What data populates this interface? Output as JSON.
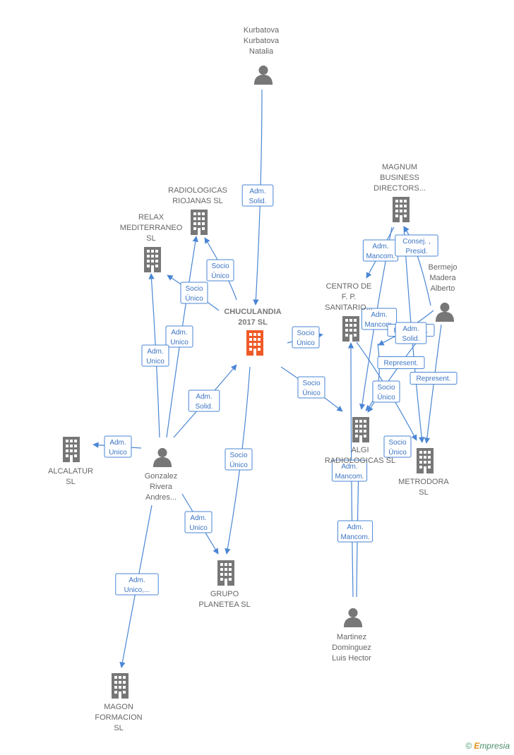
{
  "nodes": [
    {
      "id": "chuculandia",
      "type": "company",
      "main": true,
      "label": [
        "CHUCULANDIA",
        "2017  SL"
      ]
    },
    {
      "id": "kurbatova",
      "type": "person",
      "label": [
        "Kurbatova",
        "Kurbatova",
        "Natalia"
      ]
    },
    {
      "id": "radiologicas",
      "type": "company",
      "label": [
        "RADIOLOGICAS",
        "RIOJANAS SL"
      ]
    },
    {
      "id": "relax",
      "type": "company",
      "label": [
        "RELAX",
        "MEDITERRANEO",
        "SL"
      ]
    },
    {
      "id": "magnum",
      "type": "company",
      "label": [
        "MAGNUM",
        "BUSINESS",
        "DIRECTORS..."
      ]
    },
    {
      "id": "bermejo",
      "type": "person",
      "label": [
        "Bermejo",
        "Madera",
        "Alberto"
      ]
    },
    {
      "id": "centro",
      "type": "company",
      "label": [
        "CENTRO DE",
        "F.  P.",
        "SANITARIO..."
      ]
    },
    {
      "id": "algi",
      "type": "company",
      "label": [
        "ALGI",
        "RADIOLOGICAS SL"
      ]
    },
    {
      "id": "metrodora",
      "type": "company",
      "label": [
        "METRODORA",
        "SL"
      ]
    },
    {
      "id": "alcalatur",
      "type": "company",
      "label": [
        "ALCALATUR",
        "SL"
      ]
    },
    {
      "id": "gonzalez",
      "type": "person",
      "label": [
        "Gonzalez",
        "Rivera",
        "Andres..."
      ]
    },
    {
      "id": "grupo",
      "type": "company",
      "label": [
        "GRUPO",
        "PLANETEA  SL"
      ]
    },
    {
      "id": "martinez",
      "type": "person",
      "label": [
        "Martinez",
        "Dominguez",
        "Luis Hector"
      ]
    },
    {
      "id": "magon",
      "type": "company",
      "label": [
        "MAGON",
        "FORMACION",
        "SL"
      ]
    }
  ],
  "edges": [
    {
      "from": "kurbatova",
      "to": "chuculandia",
      "label": [
        "Adm.",
        "Solid."
      ]
    },
    {
      "from": "chuculandia",
      "to": "radiologicas",
      "label": [
        "Socio",
        "Único"
      ]
    },
    {
      "from": "chuculandia",
      "to": "relax",
      "label": [
        "Socio",
        "Único"
      ]
    },
    {
      "from": "chuculandia",
      "to": "centro",
      "label": [
        "Socio",
        "Único"
      ]
    },
    {
      "from": "chuculandia",
      "to": "algi",
      "label": [
        "Socio",
        "Único"
      ]
    },
    {
      "from": "chuculandia",
      "to": "grupo",
      "label": [
        "Socio",
        "Único"
      ]
    },
    {
      "from": "gonzalez",
      "to": "radiologicas",
      "label": [
        "Adm.",
        "Unico"
      ]
    },
    {
      "from": "gonzalez",
      "to": "relax",
      "label": [
        "Adm.",
        "Unico"
      ]
    },
    {
      "from": "gonzalez",
      "to": "chuculandia",
      "label": [
        "Adm.",
        "Solid."
      ]
    },
    {
      "from": "gonzalez",
      "to": "alcalatur",
      "label": [
        "Adm.",
        "Unico"
      ]
    },
    {
      "from": "gonzalez",
      "to": "grupo",
      "label": [
        "Adm.",
        "Unico"
      ]
    },
    {
      "from": "gonzalez",
      "to": "magon",
      "label": [
        "Adm.",
        "Unico,..."
      ]
    },
    {
      "from": "magnum",
      "to": "centro",
      "label": [
        "Adm.",
        "Mancom."
      ]
    },
    {
      "from": "bermejo",
      "to": "magnum",
      "label": [
        "Consej. ,",
        "Presid."
      ]
    },
    {
      "from": "magnum",
      "to": "algi",
      "label": [
        "Adm.",
        "Mancom."
      ]
    },
    {
      "from": "magnum",
      "to": "metrodora",
      "label": [
        "Represent."
      ]
    },
    {
      "from": "bermejo",
      "to": "centro",
      "label": [
        "Adm.",
        "Solid."
      ]
    },
    {
      "from": "bermejo",
      "to": "algi",
      "label": [
        "Represent."
      ]
    },
    {
      "from": "bermejo",
      "to": "metrodora",
      "label": [
        "Represent."
      ]
    },
    {
      "from": "centro",
      "to": "metrodora",
      "label": [
        "Socio",
        "Único"
      ]
    },
    {
      "from": "centro",
      "to": "algi",
      "label": [
        "Socio",
        "Único"
      ]
    },
    {
      "from": "martinez",
      "to": "centro",
      "label": [
        "Adm.",
        "Mancom."
      ]
    },
    {
      "from": "martinez",
      "to": "algi",
      "label": [
        "Adm.",
        "Mancom."
      ]
    }
  ],
  "colors": {
    "edge": "#4a86d4",
    "company": "#777777",
    "main_company": "#f05a28",
    "person": "#777777",
    "label": "#666666"
  },
  "icons": {
    "company": "building-icon",
    "person": "person-icon"
  },
  "copyright": {
    "symbol": "©",
    "brand_initial": "E",
    "brand_rest": "mpresia"
  }
}
